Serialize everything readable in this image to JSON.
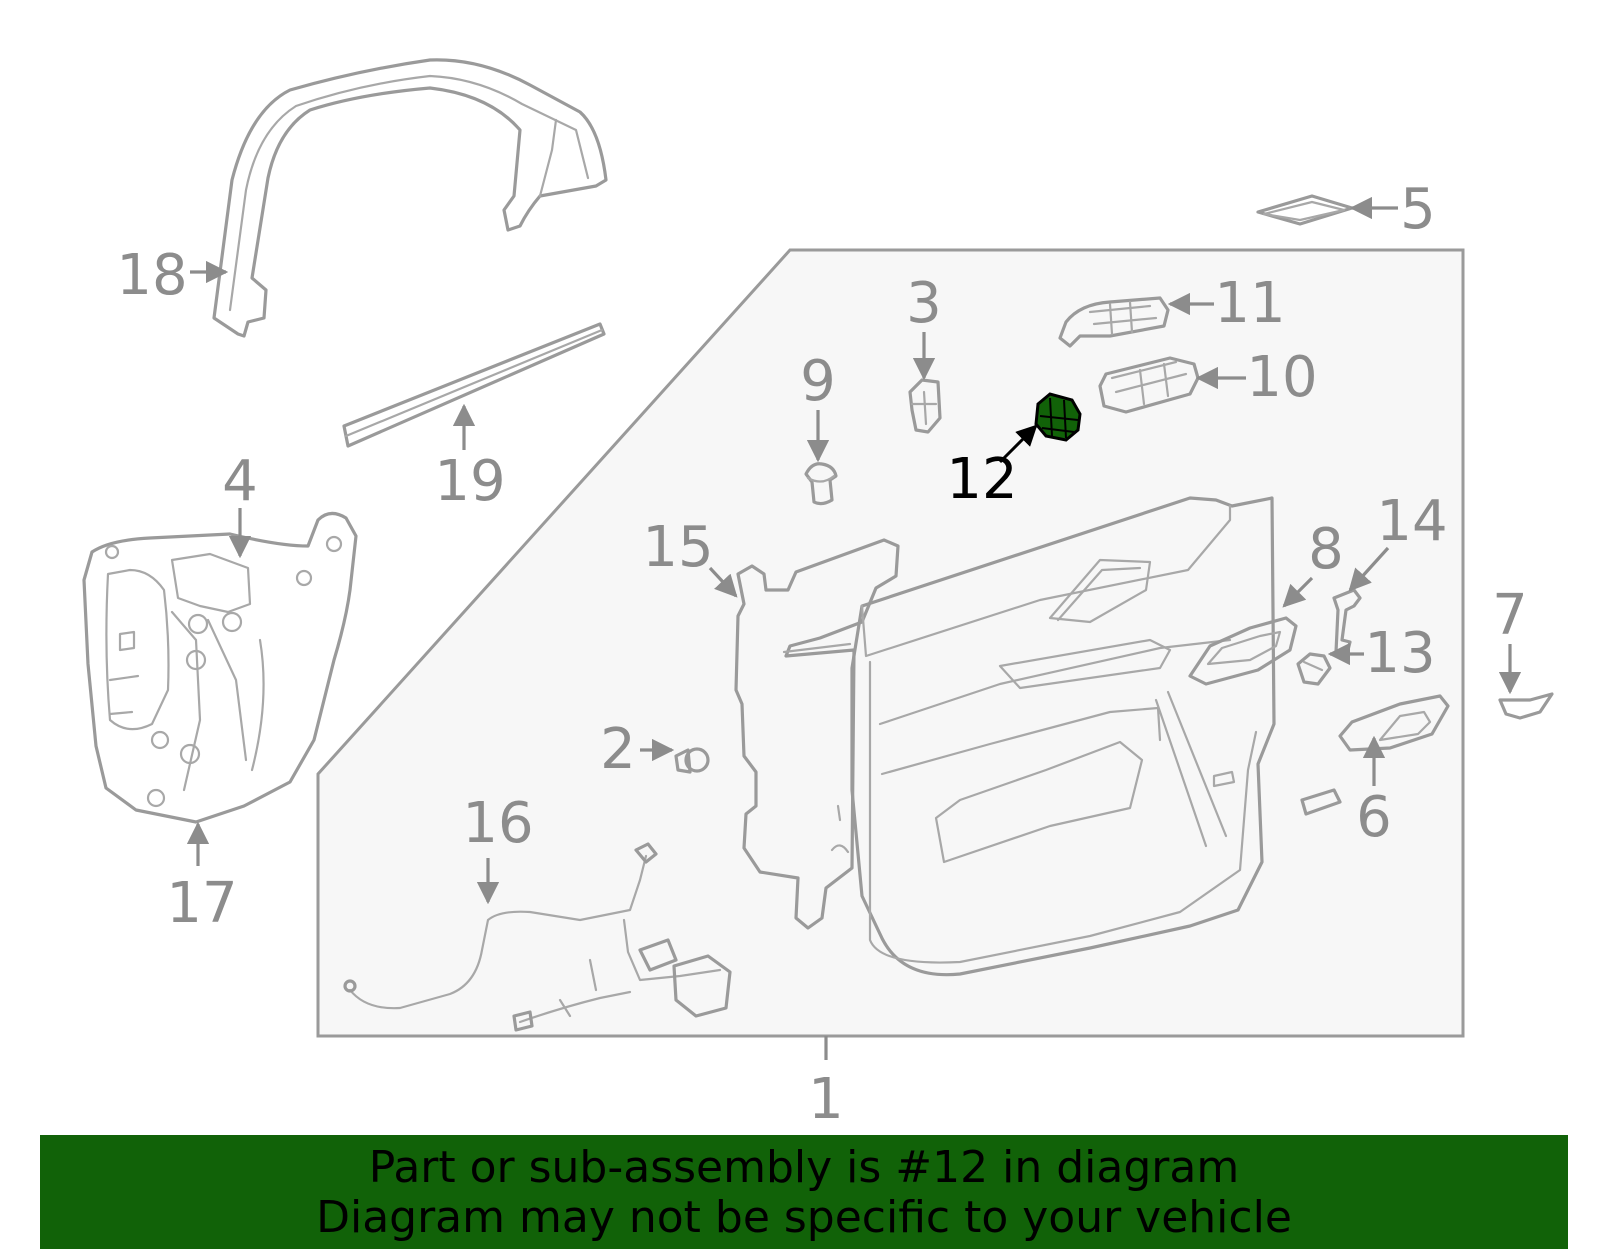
{
  "callouts": {
    "c1": "1",
    "c2": "2",
    "c3": "3",
    "c4": "4",
    "c5": "5",
    "c6": "6",
    "c7": "7",
    "c8": "8",
    "c9": "9",
    "c10": "10",
    "c11": "11",
    "c12": "12",
    "c13": "13",
    "c14": "14",
    "c15": "15",
    "c16": "16",
    "c17": "17",
    "c18": "18",
    "c19": "19"
  },
  "highlighted_part": "12",
  "colors": {
    "highlight": "#116208",
    "banner": "#116208",
    "line_art": "#9a9a9a",
    "callout_text": "#8c8c8c",
    "panel_fill": "#f7f7f7"
  },
  "banner": {
    "line1": "Part or sub-assembly is #12 in diagram",
    "line2": "Diagram may not be specific to your vehicle"
  }
}
